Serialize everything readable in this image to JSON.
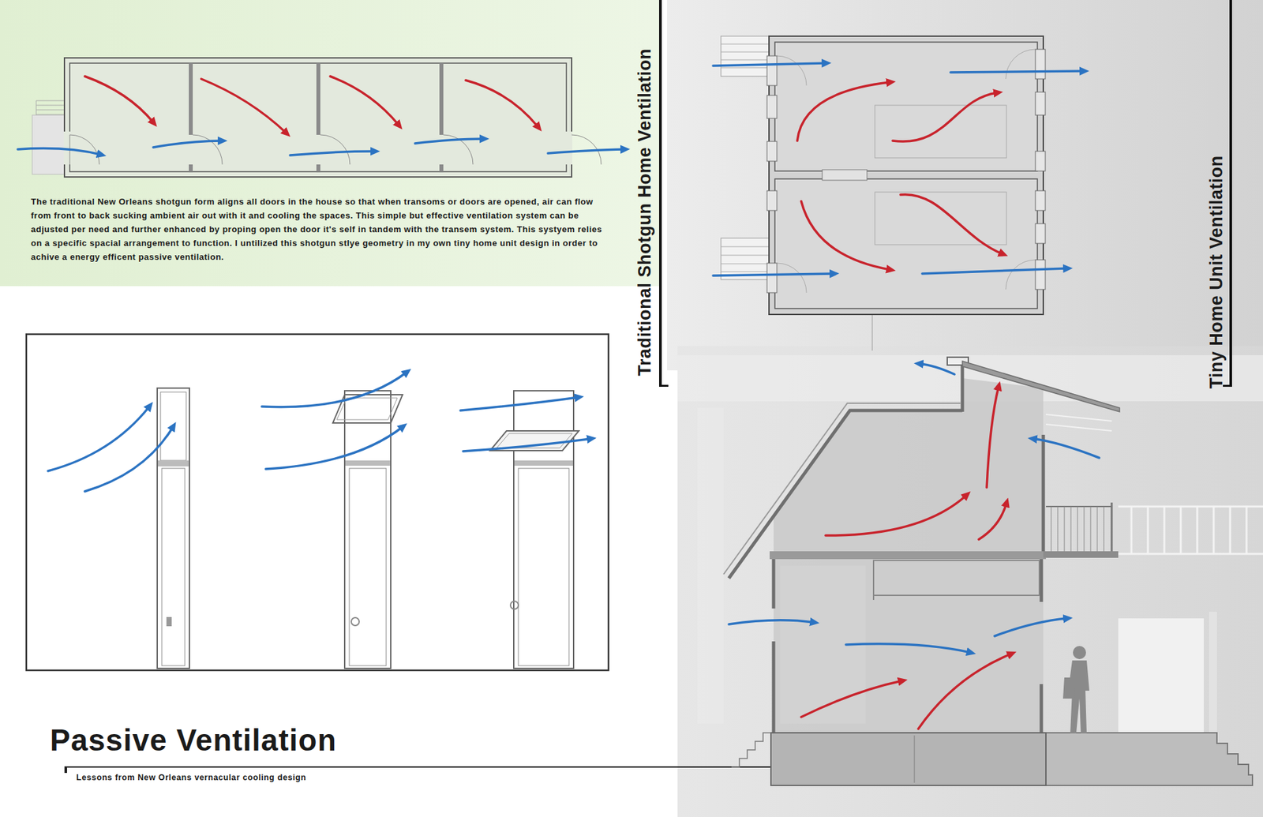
{
  "diagram": {
    "title": "Passive Ventilation",
    "caption": "Lessons from New Orleans vernacular cooling design",
    "nodes": [
      {
        "text": [
          "The traditional New Orleans shotgun form aligns all doors in the house so that when transoms or doors are opened, air can flow from front to back sucking ambient air out with it and cooling the spaces. This simple but effective ventilation system can be adjusted per need and further enhanced by proping open the door it's self in tandem with the transem system. This systyem relies on a specific spacial arrangement to function. I untilized this shotgun stlye geometry in my own tiny home unit design in order to achive a energy efficent passive ventilation."
        ]
      }
    ],
    "labels": [
      "Traditional Shotgun Home Ventilation",
      "Tiny Home Unit Ventilation"
    ]
  }
}
